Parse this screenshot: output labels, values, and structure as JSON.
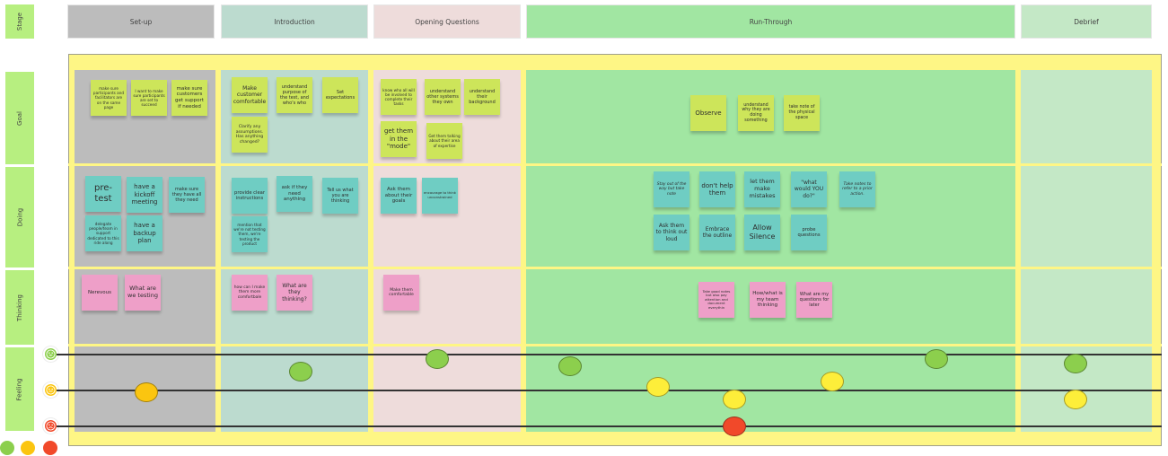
{
  "row_labels": {
    "stage": "Stage",
    "goal": "Goal",
    "doing": "Doing",
    "thinking": "Thinking",
    "feeling": "Feeling"
  },
  "stages": [
    {
      "label": "Set-up",
      "color": "#bcbcbc",
      "hdr_color": "#bcbcbc"
    },
    {
      "label": "Introduction",
      "color": "#bcdbcf",
      "hdr_color": "#bcdbcf"
    },
    {
      "label": "Opening Questions",
      "color": "#eedcdb",
      "hdr_color": "#eedcdb"
    },
    {
      "label": "Run-Through",
      "color": "#a1e6a2",
      "hdr_color": "#a1e6a2"
    },
    {
      "label": "Debrief",
      "color": "#c4e8c6",
      "hdr_color": "#c4e8c6"
    }
  ],
  "goal": {
    "setup": [
      "make sure participants and facilitators are on the same page",
      "I want to make sure participants are set to succeed",
      "make sure customers get support if needed"
    ],
    "intro": [
      "Make customer comfortable",
      "understand purpose of the test, and who's who",
      "Set expectations",
      "Clarify any assumptions. Has anything changed?"
    ],
    "opening": [
      "know who all will be involved to complete their tasks",
      "understand other systems they own",
      "understand their background",
      "get them in the \"mode\"",
      "Get them talking about their area of expertise"
    ],
    "run": [
      "Observe",
      "understand why they are doing something",
      "take note of the physical space"
    ]
  },
  "doing": {
    "setup": [
      "pre-test",
      "have a kickoff meeting",
      "make sure they have all they need",
      "delegate people/team in support dedicated to this ride along",
      "have a backup plan"
    ],
    "intro": [
      "provide clear instructions",
      "ask if they need anything",
      "Tell us what you are thinking",
      "mention that we're not testing them, we're testing the product"
    ],
    "opening": [
      "Ask them about their goals",
      "encourage to think unconstrained"
    ],
    "run": [
      "Stay out of the way but take note",
      "don't help them",
      "let them make mistakes",
      "\"what would YOU do?\"",
      "Take notes to refer to a prior action.",
      "Ask them to think out loud",
      "Embrace the outline",
      "Allow Silence",
      "probe questions"
    ]
  },
  "thinking": {
    "setup": [
      "Nerevous",
      "What are we testing"
    ],
    "intro": [
      "how can I make them more comfortbale",
      "What are they thinking?"
    ],
    "opening": [
      "Make them comfortable"
    ],
    "run": [
      "Take good notes but also pay attention and document everythin",
      "How/what is my team thinking",
      "What are my questions for later"
    ]
  },
  "feeling": {
    "levels": [
      "happy",
      "neutral",
      "sad"
    ],
    "colors": {
      "happy": "#8ccf4d",
      "neutral": "#fbc510",
      "neutral_light": "#fdee3a",
      "sad": "#f1492a"
    },
    "points": [
      {
        "stage": "Set-up",
        "level": "neutral",
        "value": 0
      },
      {
        "stage": "Introduction",
        "level": "happy",
        "value": 0.5
      },
      {
        "stage": "Opening Questions",
        "level": "happy",
        "value": 1
      },
      {
        "stage": "Run-Through",
        "level": "happy",
        "value": 0.75
      },
      {
        "stage": "Run-Through",
        "level": "neutral",
        "value": 0.1
      },
      {
        "stage": "Run-Through",
        "level": "neutral",
        "value": -0.3
      },
      {
        "stage": "Run-Through",
        "level": "sad",
        "value": -1
      },
      {
        "stage": "Run-Through",
        "level": "neutral",
        "value": 0.25
      },
      {
        "stage": "Run-Through",
        "level": "happy",
        "value": 1
      },
      {
        "stage": "Debrief",
        "level": "happy",
        "value": 0.75
      },
      {
        "stage": "Debrief",
        "level": "neutral",
        "value": -0.25
      }
    ]
  }
}
